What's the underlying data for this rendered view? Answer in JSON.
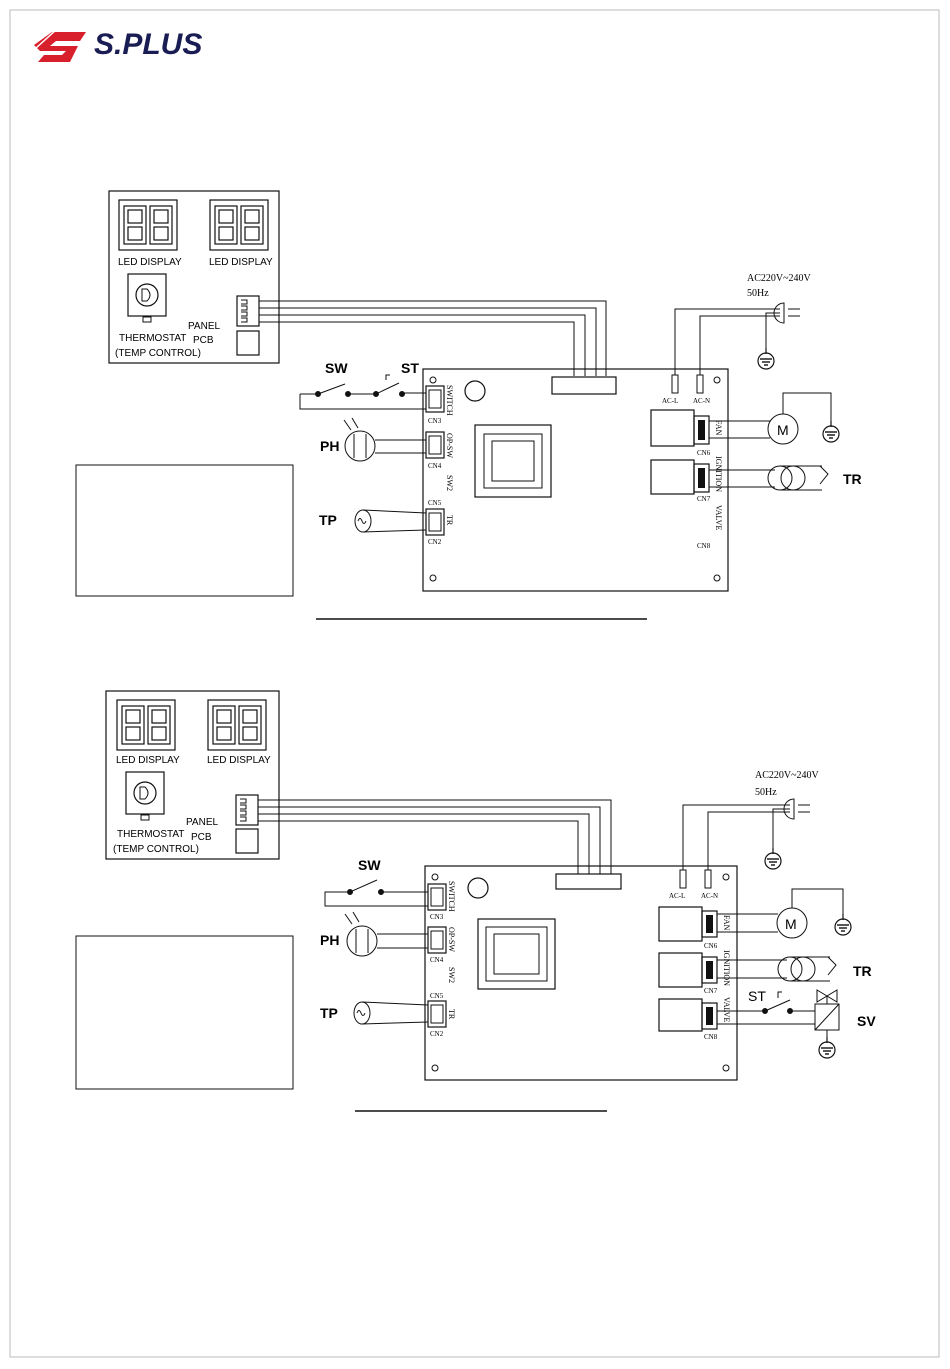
{
  "brand": {
    "name": "S.PLUS",
    "color": "#d8202c",
    "text_color": "#1a1d54"
  },
  "common": {
    "led_display": "LED  DISPLAY",
    "thermostat_1": "THERMOSTAT",
    "thermostat_2": "(TEMP CONTROL)",
    "panel": "PANEL",
    "pcb": "PCB",
    "sw": "SW",
    "st": "ST",
    "ph": "PH",
    "tp": "TP",
    "tr": "TR",
    "sv": "SV",
    "motor": "M",
    "power_line1": "AC220V~240V",
    "power_line2": "50Hz",
    "ac_l": "AC-L",
    "ac_n": "AC-N",
    "switch": "SWITCH",
    "op_sw": "OP-SW",
    "sw2": "SW2",
    "trc": "TR",
    "fan": "FAN",
    "ignition": "IGNITION",
    "valve": "VALVE",
    "cn2": "CN2",
    "cn3": "CN3",
    "cn4": "CN4",
    "cn5": "CN5",
    "cn6": "CN6",
    "cn7": "CN7",
    "cn8": "CN8"
  },
  "diagrams": [
    {
      "id": "diagram-1"
    },
    {
      "id": "diagram-2"
    }
  ]
}
